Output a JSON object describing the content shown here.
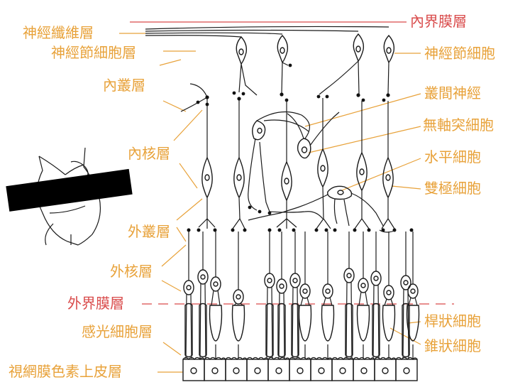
{
  "colors": {
    "label_orange": "#e8a23a",
    "label_red": "#d94b4b",
    "ink": "#1a1a1a",
    "censor_bar": "#000000"
  },
  "left_labels": [
    {
      "id": "nerve-fiber-layer",
      "text": "神經纖維層",
      "color": "orange"
    },
    {
      "id": "ganglion-cell-layer",
      "text": "神經節細胞層",
      "color": "orange"
    },
    {
      "id": "inner-plexiform-layer",
      "text": "內叢層",
      "color": "orange"
    },
    {
      "id": "inner-nuclear-layer",
      "text": "內核層",
      "color": "orange"
    },
    {
      "id": "outer-plexiform-layer",
      "text": "外叢層",
      "color": "orange"
    },
    {
      "id": "outer-nuclear-layer",
      "text": "外核層",
      "color": "orange"
    },
    {
      "id": "external-limiting-membrane",
      "text": "外界膜層",
      "color": "red"
    },
    {
      "id": "photoreceptor-layer",
      "text": "感光細胞層",
      "color": "orange"
    },
    {
      "id": "retinal-pigment-epithelium",
      "text": "視網膜色素上皮層",
      "color": "orange"
    }
  ],
  "right_labels": [
    {
      "id": "internal-limiting-membrane",
      "text": "內界膜層",
      "color": "red"
    },
    {
      "id": "ganglion-cell",
      "text": "神經節細胞",
      "color": "orange"
    },
    {
      "id": "interplexiform-nerve",
      "text": "叢間神經",
      "color": "orange"
    },
    {
      "id": "amacrine-cell",
      "text": "無軸突細胞",
      "color": "orange"
    },
    {
      "id": "horizontal-cell",
      "text": "水平細胞",
      "color": "orange"
    },
    {
      "id": "bipolar-cell",
      "text": "雙極細胞",
      "color": "orange"
    },
    {
      "id": "rod-cell",
      "text": "桿狀細胞",
      "color": "orange"
    },
    {
      "id": "cone-cell",
      "text": "錐狀細胞",
      "color": "orange"
    }
  ]
}
